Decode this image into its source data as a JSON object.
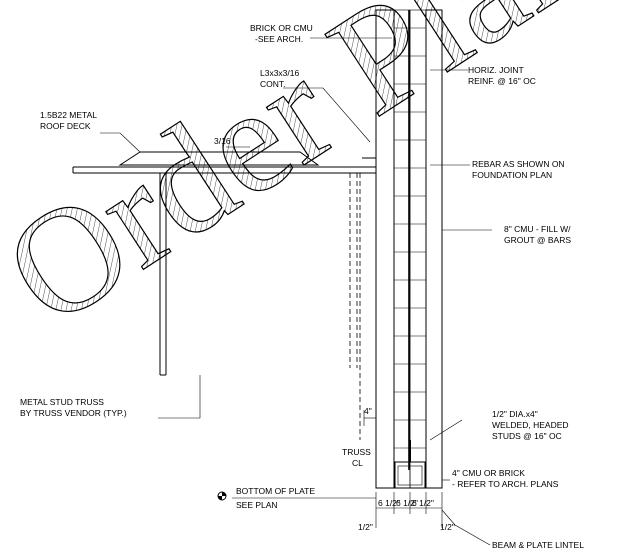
{
  "notes": {
    "brick_cmu": [
      "BRICK OR CMU",
      "-SEE ARCH."
    ],
    "angle": [
      "L3x3x3/16",
      "CONT."
    ],
    "roof_deck": [
      "1.5B22 METAL",
      "ROOF DECK"
    ],
    "weld": "3/16",
    "horiz_joint": [
      "HORIZ. JOINT",
      "REINF. @ 16\" OC"
    ],
    "rebar": [
      "REBAR AS SHOWN ON",
      "FOUNDATION PLAN"
    ],
    "cmu_fill": [
      "8\" CMU - FILL W/",
      "GROUT @ BARS"
    ],
    "truss": [
      "METAL STUD TRUSS",
      "BY TRUSS VENDOR (TYP.)"
    ],
    "studs": [
      "1/2\" DIA.x4\"",
      "WELDED, HEADED",
      "STUDS @ 16\" OC"
    ],
    "truss_cl": [
      "TRUSS",
      "CL"
    ],
    "cmu_brick": [
      "4\" CMU OR BRICK",
      "- REFER TO ARCH. PLANS"
    ],
    "bottom_plate": "BOTTOM OF PLATE",
    "see_plan": "SEE PLAN",
    "lintel": "BEAM & PLATE LINTEL"
  },
  "dimensions": {
    "four": "4\"",
    "six_half_a": "6 1/2\"",
    "six_half_b": "6 1/2\"",
    "six_half_c": "6 1/2\"",
    "half_left": "1/2\"",
    "half_right": "1/2\""
  },
  "watermark": "Order Plans"
}
